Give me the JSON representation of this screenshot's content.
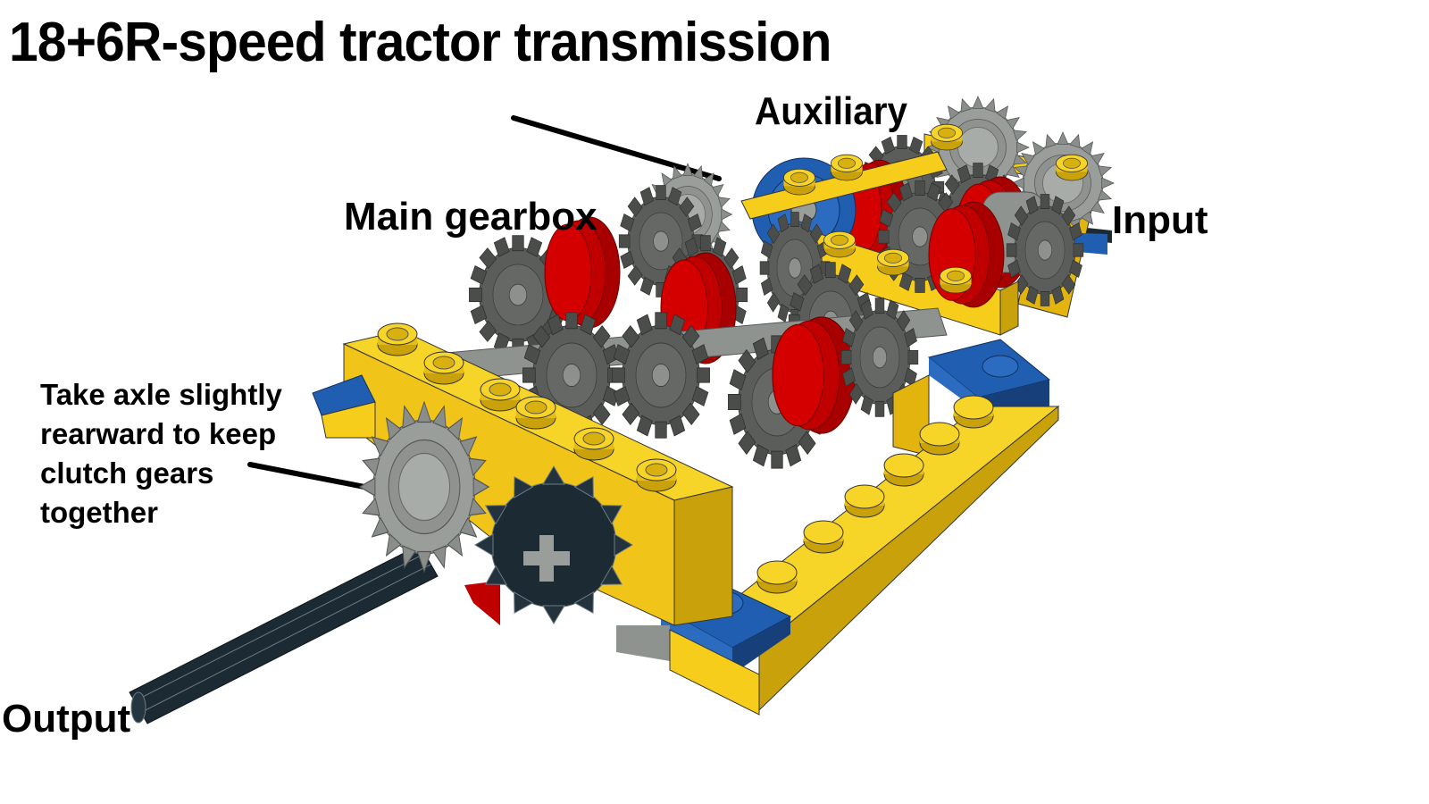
{
  "title": "18+6R-speed tractor transmission",
  "labels": {
    "auxiliary": "Auxiliary",
    "main_gearbox": "Main gearbox",
    "input": "Input",
    "output": "Output",
    "note": "Take axle slightly rearward to keep clutch gears together"
  },
  "colors": {
    "beam_yellow": "#f5cd1a",
    "beam_yellow_dark": "#b58e06",
    "plate_blue": "#1f5eb0",
    "plate_blue_dark": "#173f7a",
    "gear_dark_gray": "#5a5d5a",
    "gear_light_gray": "#9a9e9a",
    "clutch_red": "#c00000",
    "axle_black": "#1b2a33",
    "leader_line": "#000000"
  }
}
